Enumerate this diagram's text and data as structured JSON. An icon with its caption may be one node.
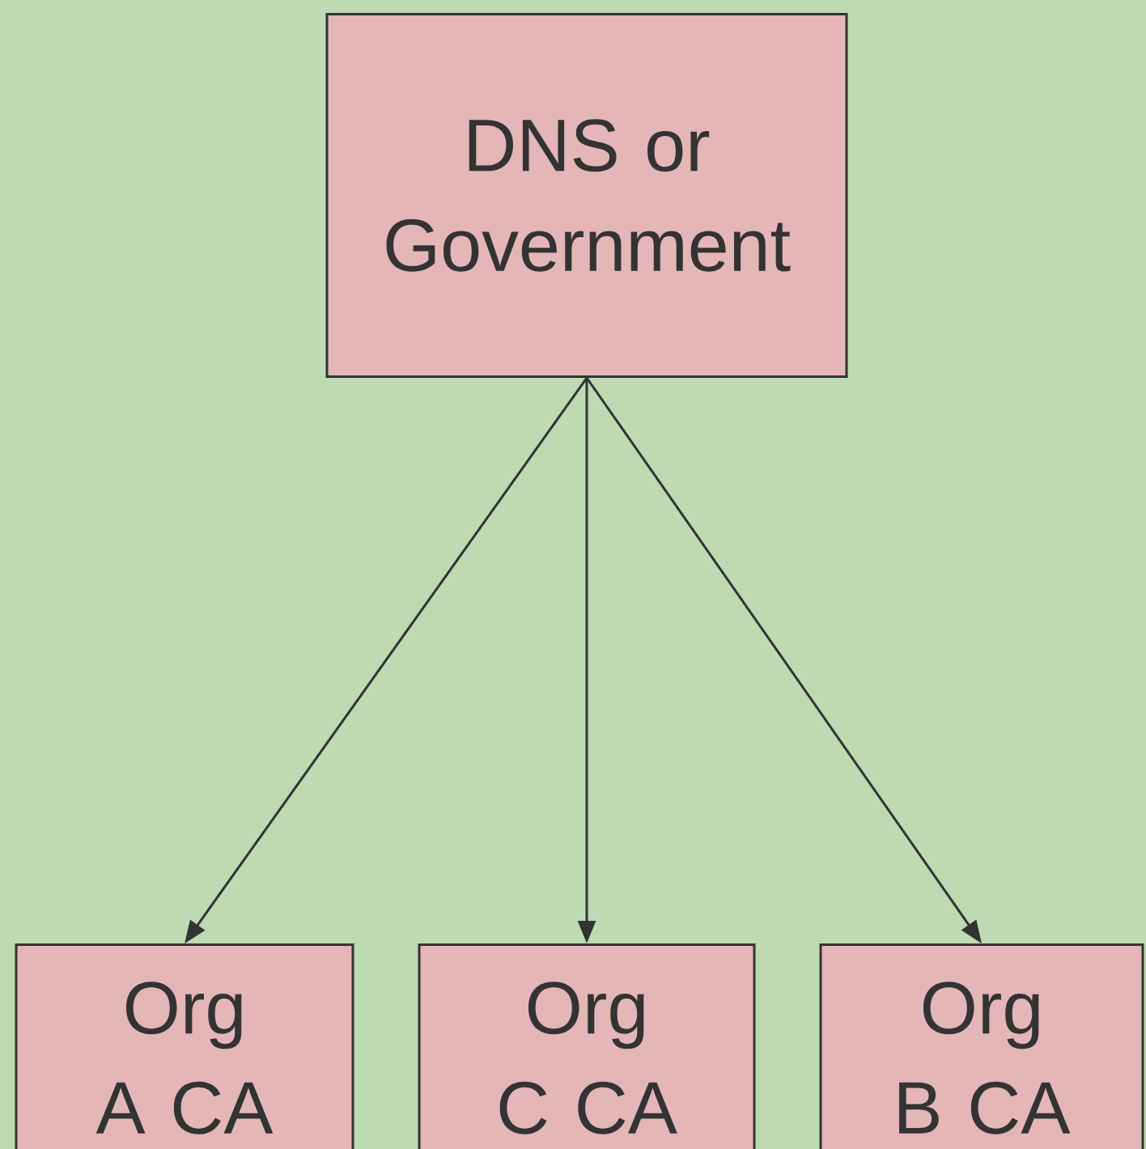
{
  "diagram": {
    "nodes": [
      {
        "text": [
          "DNS or Government"
        ]
      },
      {
        "text": [
          "Org A CA"
        ]
      },
      {
        "text": [
          "Org C CA"
        ]
      },
      {
        "text": [
          "Org B CA"
        ]
      }
    ],
    "edges": [
      {
        "from": 0,
        "to": 1,
        "arrow": "to"
      },
      {
        "from": 0,
        "to": 2,
        "arrow": "to"
      },
      {
        "from": 0,
        "to": 3,
        "arrow": "to"
      }
    ]
  }
}
